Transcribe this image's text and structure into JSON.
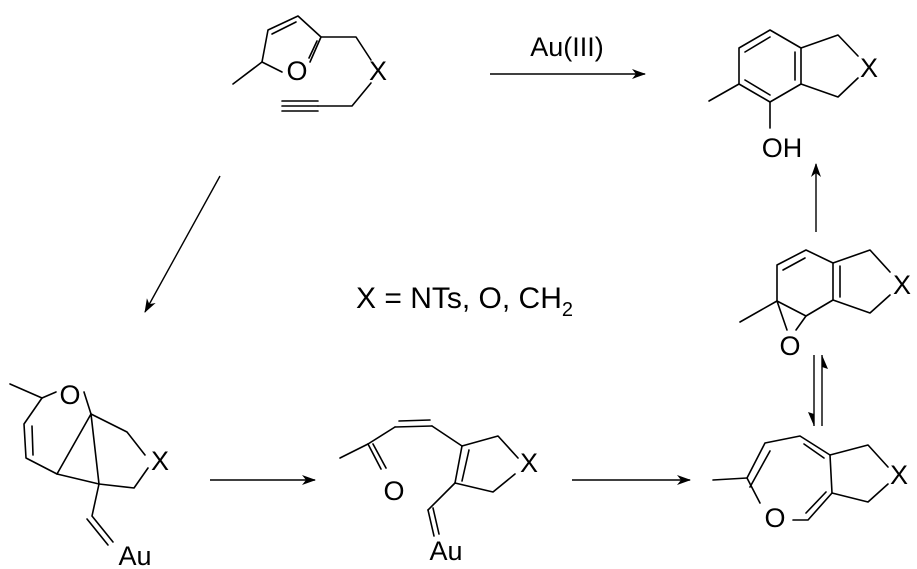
{
  "reaction_arrow": {
    "reagent": "Au(III)"
  },
  "substituent_note": {
    "lhs": "X = NTs, O, CH",
    "subscript": "2"
  },
  "atoms": {
    "oxygen": "O",
    "x_group": "X",
    "hydroxyl": "OH",
    "gold": "Au"
  },
  "colors": {
    "ink": "#000000",
    "background": "#ffffff"
  }
}
